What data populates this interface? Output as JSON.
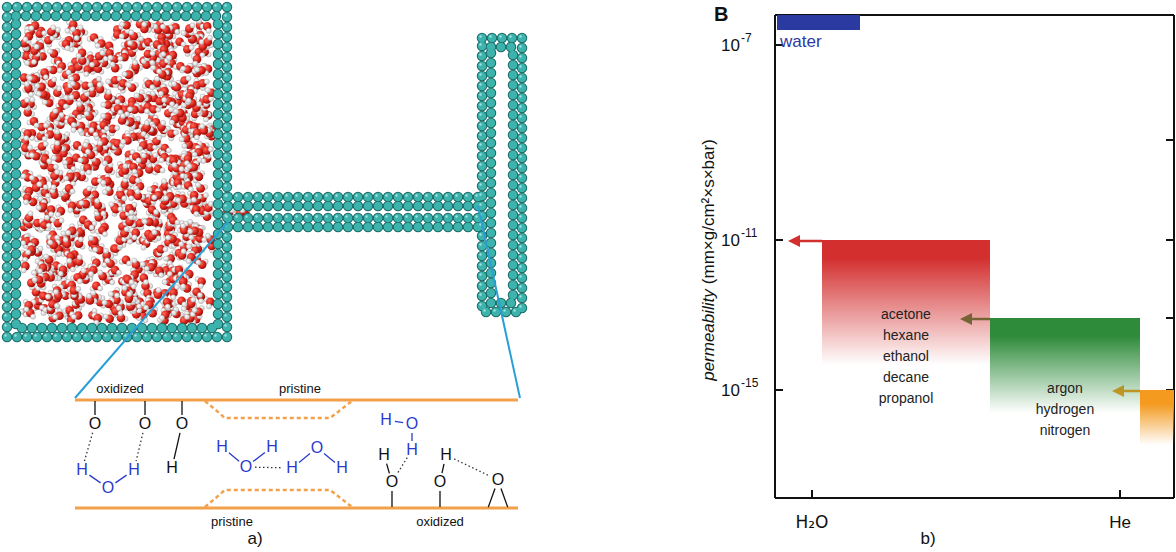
{
  "diagram": {
    "nodes": [
      {
        "text": [
          "water"
        ]
      },
      {
        "text": [
          "acetone hexane ethanol decane propanol"
        ]
      },
      {
        "text": [
          "argon hydrogen nitrogen"
        ]
      }
    ],
    "labels": [
      "oxidized",
      "pristine",
      "pristine",
      "oxidized",
      "O",
      "O",
      "O",
      "H",
      "H",
      "O",
      "H",
      "H",
      "O",
      "H",
      "H",
      "O",
      "H",
      "H",
      "O",
      "H",
      "H",
      "O",
      "H",
      "O",
      "O",
      "a)",
      "B",
      "10",
      "-7",
      "10",
      "-11",
      "10",
      "-15",
      "permeability",
      "(mm×g/cm²×s×bar)",
      "H₂O",
      "He",
      "b)"
    ]
  }
}
